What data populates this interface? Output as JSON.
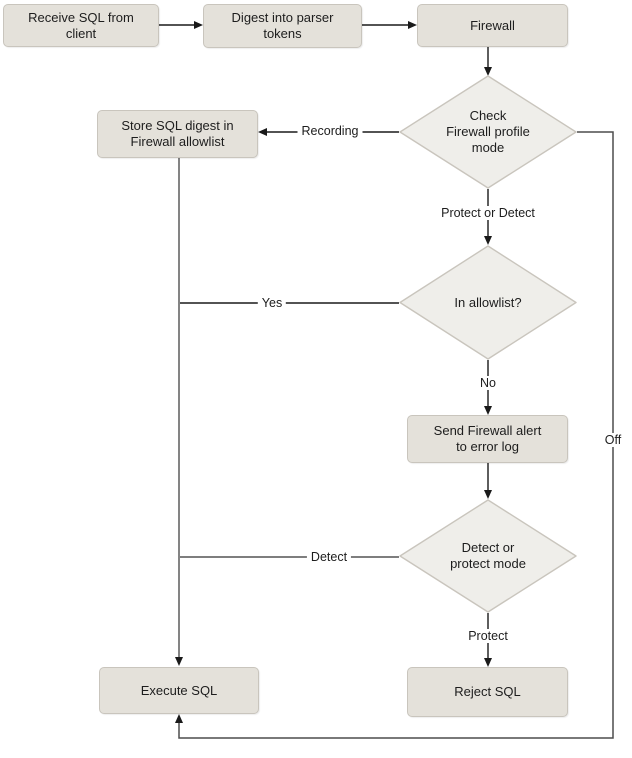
{
  "nodes": {
    "receive": {
      "label": "Receive SQL from\nclient"
    },
    "digest": {
      "label": "Digest into parser\ntokens"
    },
    "firewall": {
      "label": "Firewall"
    },
    "check_mode": {
      "label": "Check\nFirewall profile\nmode"
    },
    "store": {
      "label": "Store SQL digest in\nFirewall allowlist"
    },
    "in_allowlist": {
      "label": "In allowlist?"
    },
    "send_alert": {
      "label": "Send Firewall alert\nto error log"
    },
    "detect_or_protect": {
      "label": "Detect or\nprotect mode"
    },
    "execute": {
      "label": "Execute SQL"
    },
    "reject": {
      "label": "Reject SQL"
    }
  },
  "edge_labels": {
    "recording": "Recording",
    "protect_or_detect": "Protect or Detect",
    "yes": "Yes",
    "no": "No",
    "off": "Off",
    "detect": "Detect",
    "protect": "Protect"
  },
  "colors": {
    "node_fill": "#e4e1da",
    "node_border": "#c9c5bd",
    "diamond_fill": "#efeeea",
    "diamond_border": "#c9c5bd",
    "edge_dark": "#1a1a1a",
    "edge_mid": "#4d4d4d",
    "edge_gray": "#7e7e7e",
    "text": "#1d1d1d"
  }
}
